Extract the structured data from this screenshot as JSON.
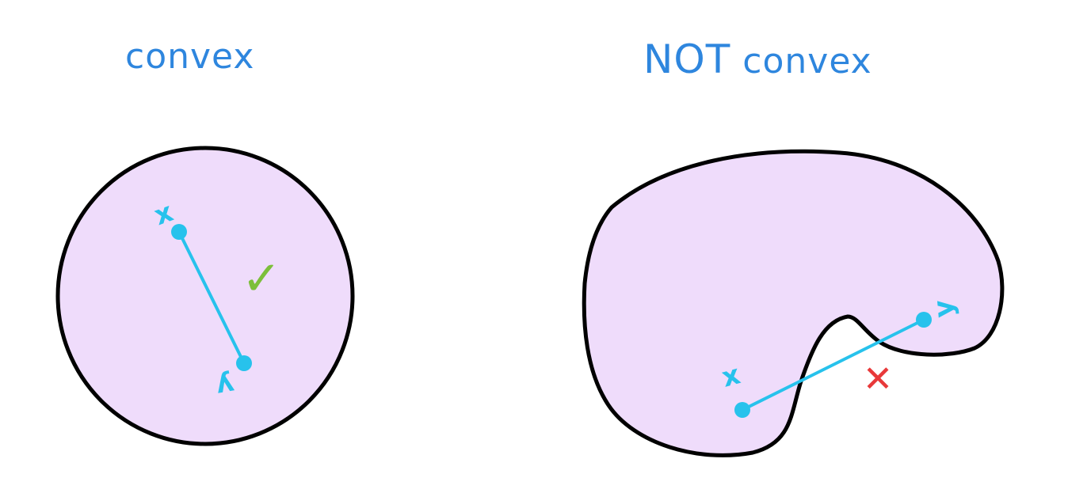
{
  "headings": {
    "convex_label": "convex",
    "not_convex_prefix": "NOT",
    "not_convex_suffix": " convex"
  },
  "left_figure": {
    "point_a_label": "x",
    "point_b_label": "y",
    "verdict_mark": "✓"
  },
  "right_figure": {
    "point_a_label": "x",
    "point_b_label": "y",
    "verdict_mark": "✕"
  },
  "colors": {
    "heading": "#2e86de",
    "shape_fill": "#efdcfb",
    "shape_outline": "#000000",
    "segment": "#27c2ec",
    "check": "#7cbf3a",
    "cross": "#e8393a"
  }
}
